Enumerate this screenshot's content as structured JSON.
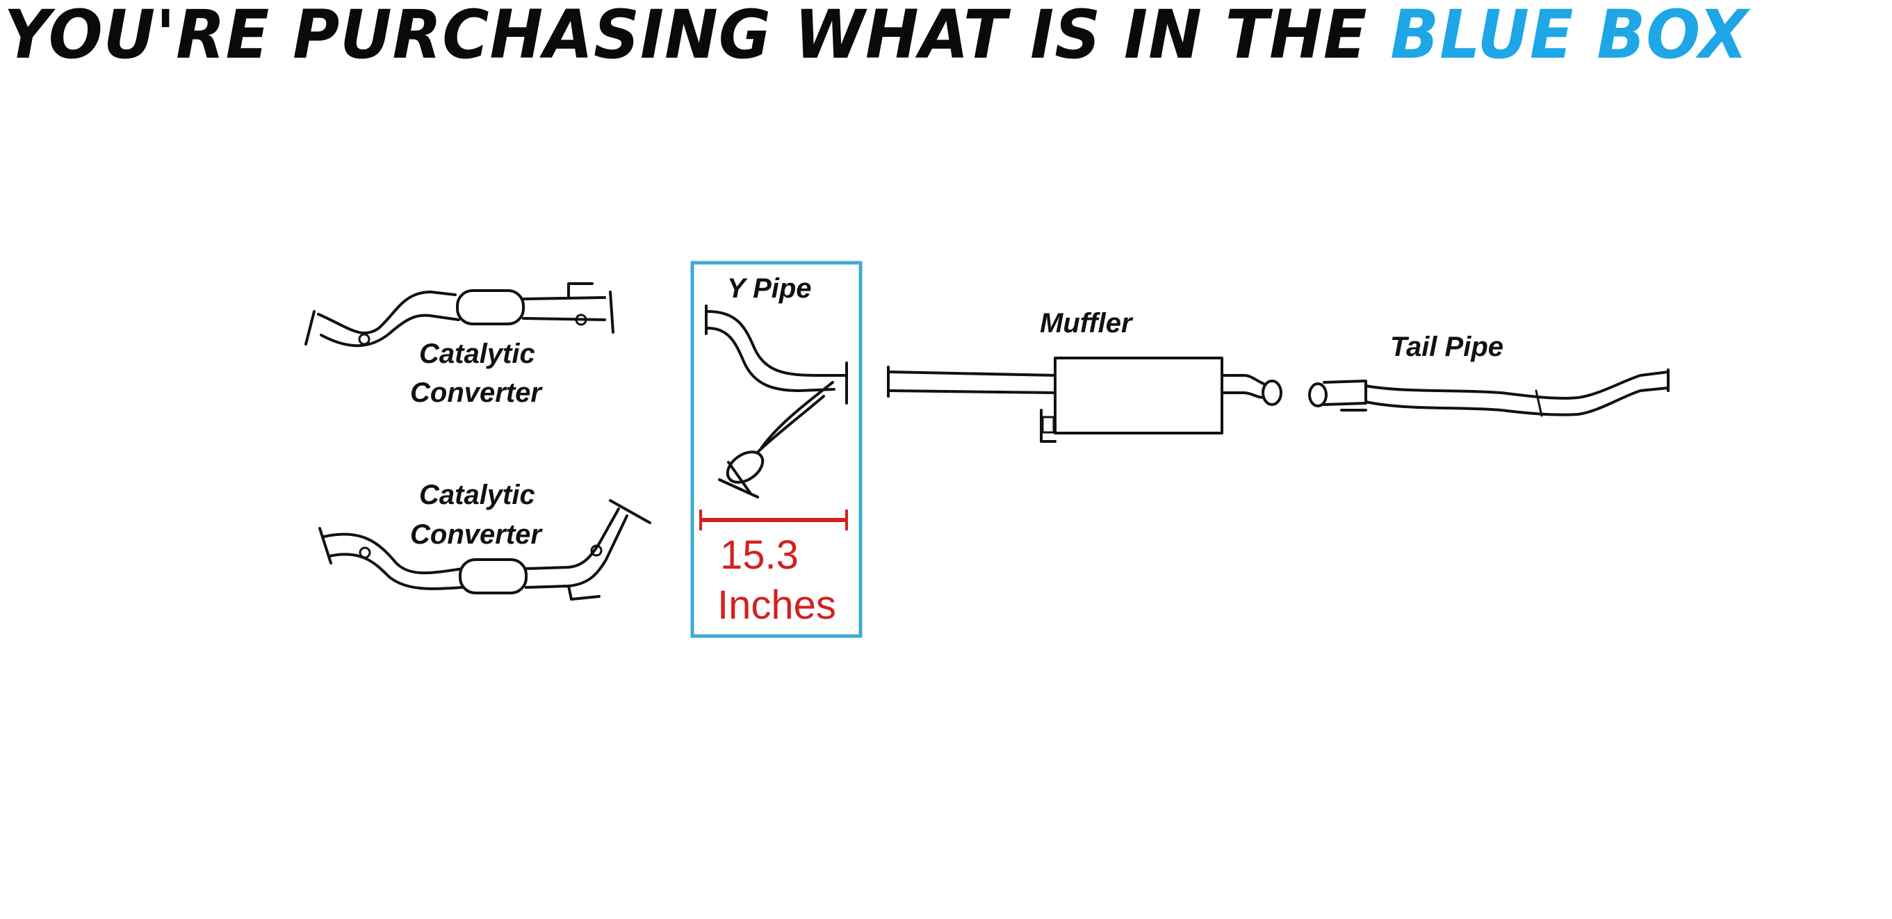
{
  "headline": {
    "text": "YOU'RE PURCHASING WHAT IS IN THE",
    "highlight": "BLUE BOX",
    "highlight_color": "#1ea6e6"
  },
  "parts": {
    "catalytic_upper": {
      "line1": "Catalytic",
      "line2": "Converter"
    },
    "catalytic_lower": {
      "line1": "Catalytic",
      "line2": "Converter"
    },
    "y_pipe": "Y Pipe",
    "muffler": "Muffler",
    "tail_pipe": "Tail Pipe"
  },
  "measurement": {
    "value": "15.3",
    "unit": "Inches",
    "color": "#d42020"
  },
  "selection_box": {
    "color": "#3fa9d8",
    "selected_part": "Y Pipe"
  }
}
